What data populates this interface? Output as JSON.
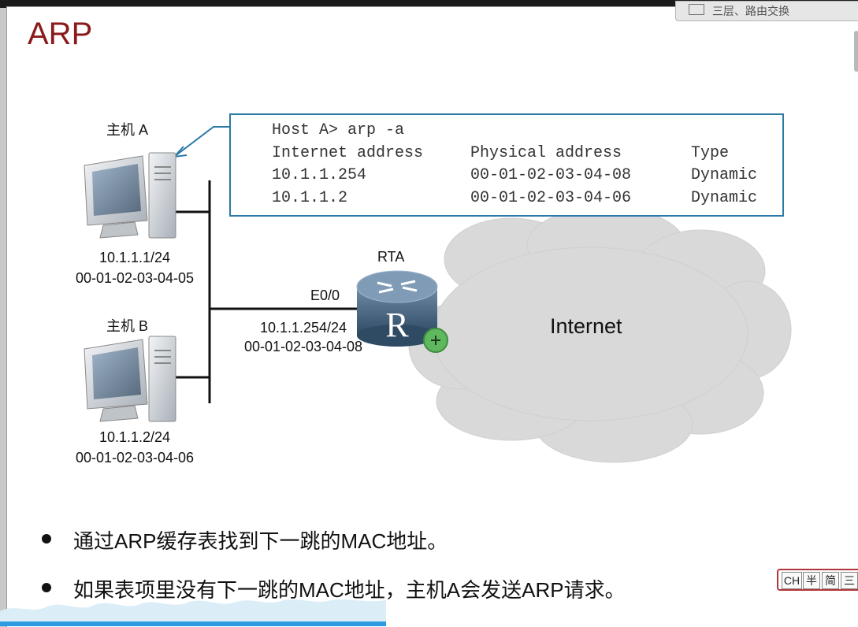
{
  "slide": {
    "title": "ARP",
    "header_tab": "三层、路由交换"
  },
  "diagram": {
    "host_a": {
      "name": "主机 A",
      "ip": "10.1.1.1/24",
      "mac": "00-01-02-03-04-05"
    },
    "host_b": {
      "name": "主机 B",
      "ip": "10.1.1.2/24",
      "mac": "00-01-02-03-04-06"
    },
    "router": {
      "name": "RTA",
      "interface": "E0/0",
      "ip": "10.1.1.254/24",
      "mac": "00-01-02-03-04-08",
      "glyph": "R"
    },
    "cloud": {
      "label": "Internet"
    },
    "cli": {
      "prompt": "Host A> arp -a",
      "headers": [
        "Internet address",
        "Physical address",
        "Type"
      ],
      "rows": [
        [
          "10.1.1.254",
          "00-01-02-03-04-08",
          "Dynamic"
        ],
        [
          "10.1.1.2",
          "00-01-02-03-04-06",
          "Dynamic"
        ]
      ]
    }
  },
  "bullets": [
    "通过ARP缓存表找到下一跳的MAC地址。",
    "如果表项里没有下一跳的MAC地址，主机A会发送ARP请求。"
  ],
  "ime": {
    "keys": [
      "CH",
      "半",
      "简",
      "三"
    ]
  },
  "colors": {
    "title": "#8b1a1a",
    "cli_border": "#2b79a7",
    "underline": "#1f2fb0",
    "cloud": "#d9d9d9",
    "router": "#3f5e79"
  }
}
